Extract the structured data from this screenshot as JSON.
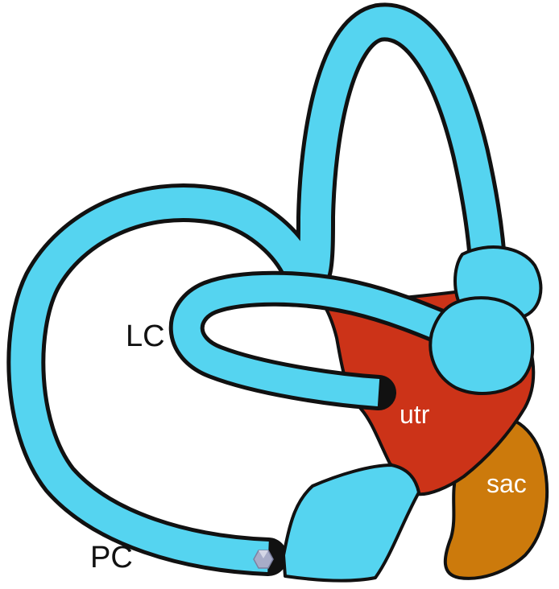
{
  "labels": {
    "lc": "LC",
    "pc": "PC",
    "utr": "utr",
    "sac": "sac"
  },
  "colors": {
    "canal": "#55d4f0",
    "utricle": "#cc3318",
    "saccule": "#cc7a0c",
    "outline": "#111111",
    "label_dark": "#111111",
    "label_light": "#ffffff",
    "marker": "#a8acc8"
  },
  "icons": {
    "marker": "hexagon-marker-icon"
  }
}
